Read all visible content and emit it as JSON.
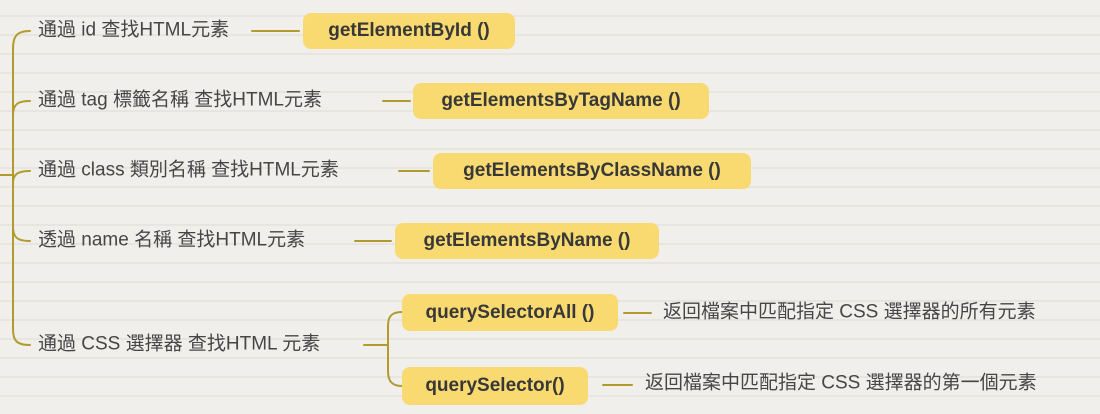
{
  "colors": {
    "connector": "#b19b2e",
    "node_background": "#f8da71",
    "node_text": "#383838",
    "label_text": "#464646",
    "paper_background": "#f1efec"
  },
  "tree": {
    "branches": [
      {
        "label": "通過 id 查找HTML元素",
        "node": "getElementById ()"
      },
      {
        "label": "通過 tag 標籤名稱 查找HTML元素",
        "node": "getElementsByTagName ()"
      },
      {
        "label": "通過 class 類別名稱 查找HTML元素",
        "node": "getElementsByClassName ()"
      },
      {
        "label": "透過 name 名稱 查找HTML元素",
        "node": "getElementsByName ()"
      },
      {
        "label": "通過 CSS 選擇器 查找HTML 元素",
        "children": [
          {
            "node": "querySelectorAll ()",
            "description": "返回檔案中匹配指定 CSS 選擇器的所有元素"
          },
          {
            "node": "querySelector()",
            "description": "返回檔案中匹配指定 CSS 選擇器的第一個元素"
          }
        ]
      }
    ]
  }
}
